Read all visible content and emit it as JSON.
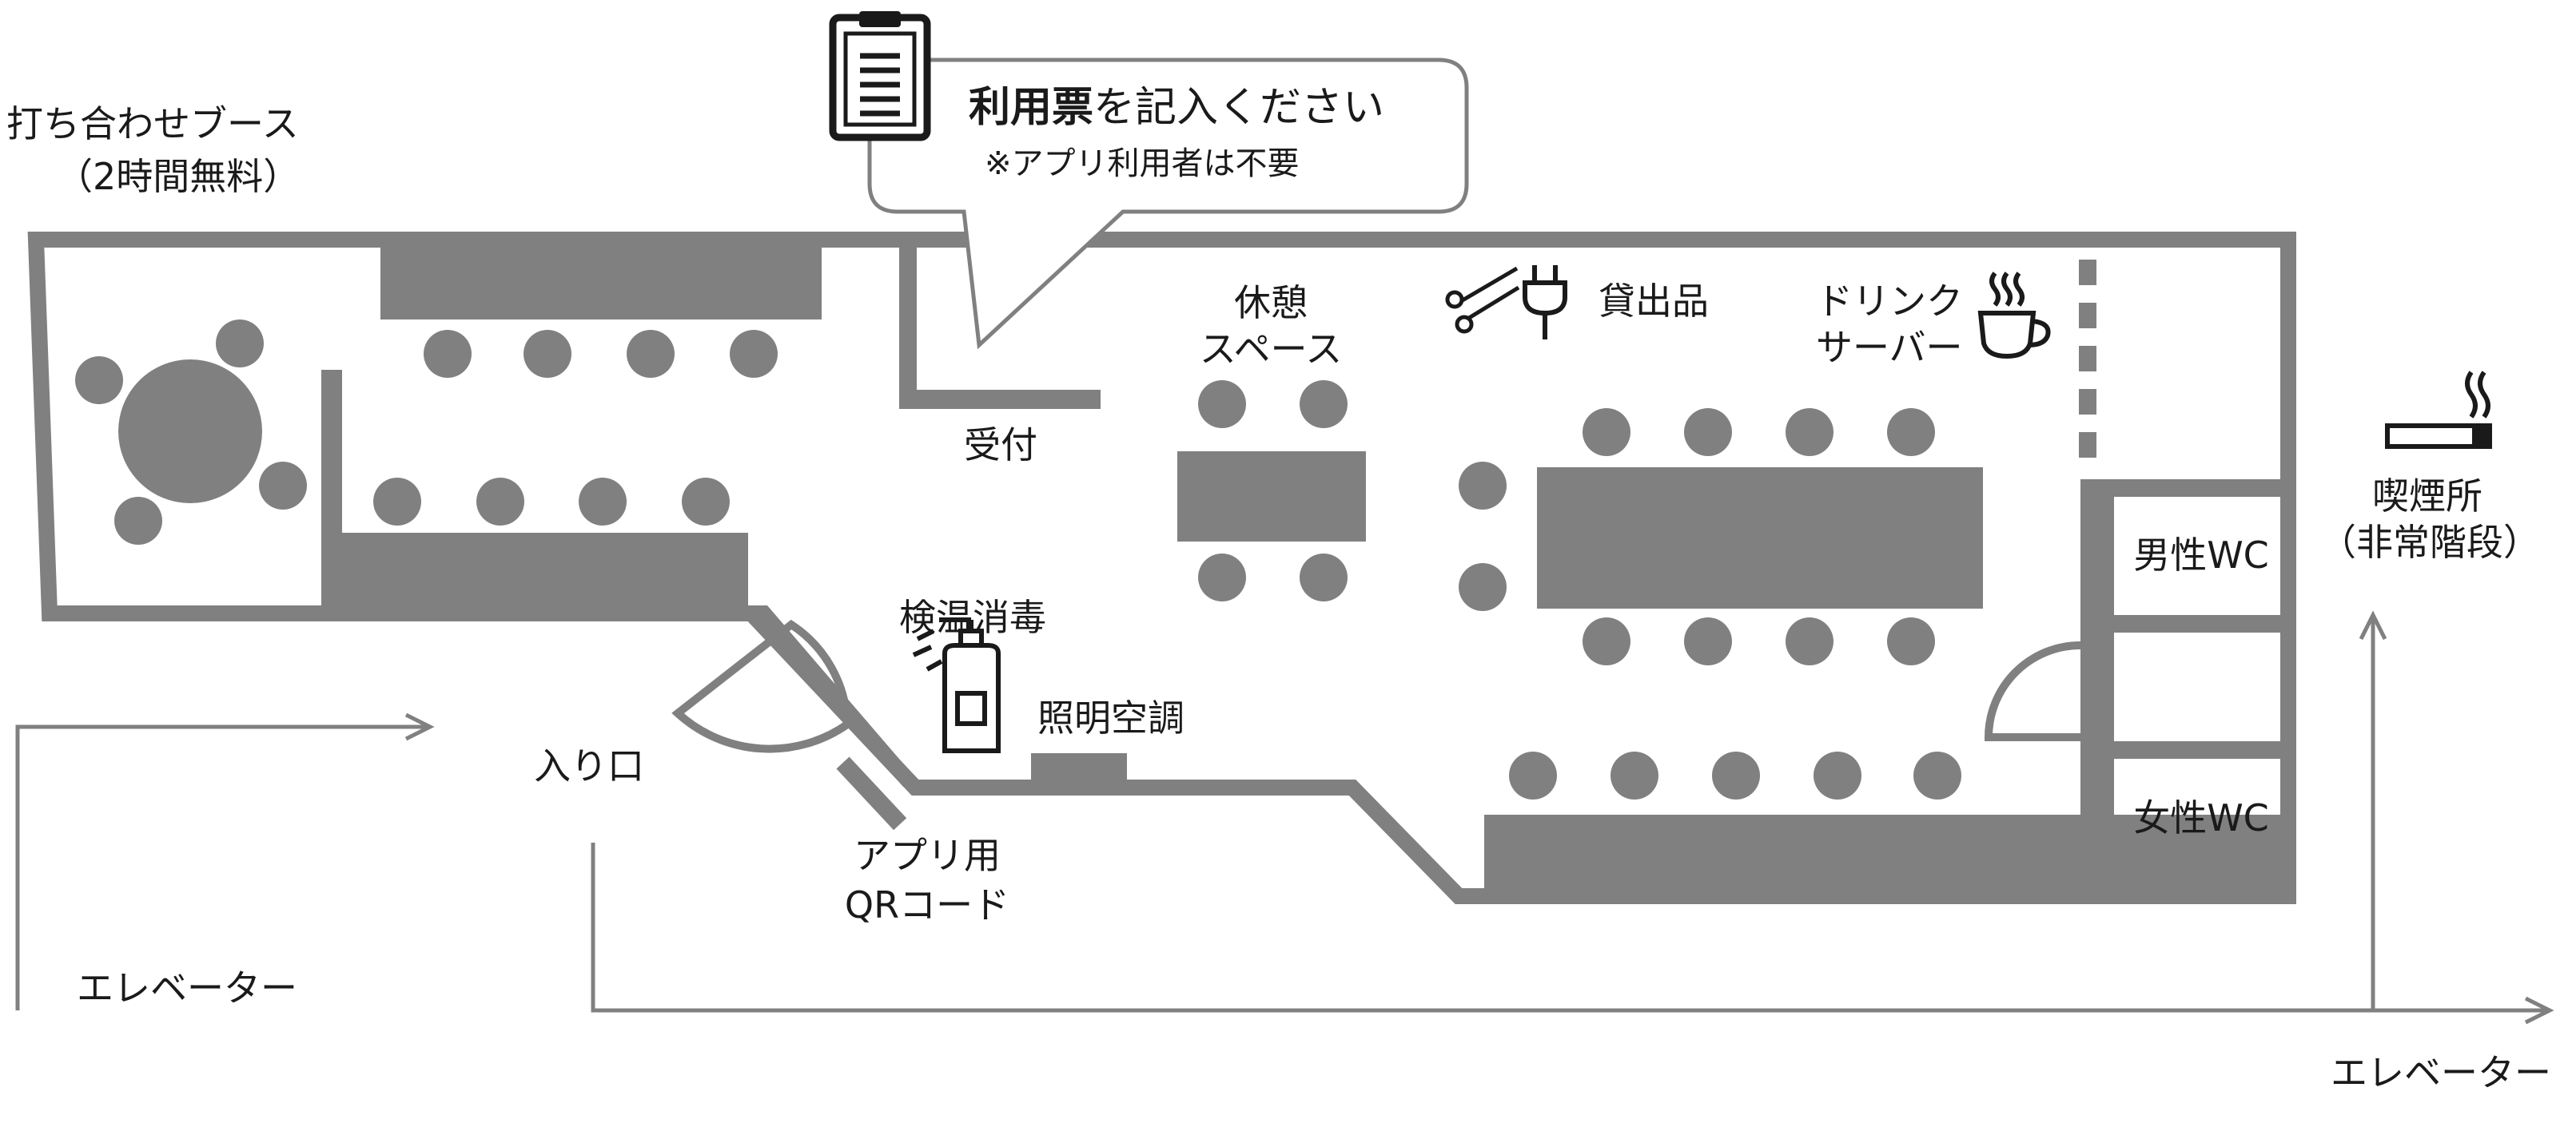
{
  "map": {
    "labels": {
      "meeting_booth": "打ち合わせブース",
      "meeting_booth_note": "（2時間無料）",
      "reception": "受付",
      "lounge_line1": "休憩",
      "lounge_line2": "スペース",
      "rental_items": "貸出品",
      "drink_line1": "ドリンク",
      "drink_line2": "サーバー",
      "smoking_line1": "喫煙所",
      "smoking_line2": "（非常階段）",
      "mens_wc": "男性WC",
      "womens_wc": "女性WC",
      "sanitize": "検温消毒",
      "lighting_ac": "照明空調",
      "entrance": "入り口",
      "app_qr_line1": "アプリ用",
      "app_qr_line2": "QRコード",
      "elevator_left": "エレベーター",
      "elevator_right": "エレベーター"
    },
    "callout": {
      "title_bold": "利用票",
      "title_rest": "を記入ください",
      "subtitle": "※アプリ利用者は不要"
    },
    "icons": [
      "clipboard-icon",
      "scissors-icon",
      "plug-icon",
      "coffee-cup-icon",
      "cigarette-icon",
      "spray-bottle-icon"
    ],
    "colors": {
      "wall": "#808080",
      "text": "#1a1a1a",
      "arrow": "#808080"
    }
  }
}
